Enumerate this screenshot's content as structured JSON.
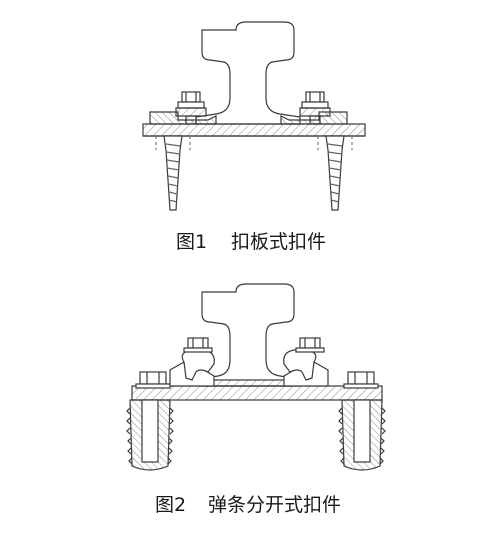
{
  "figure1": {
    "number": "图1",
    "title": "扣板式扣件"
  },
  "figure2": {
    "number": "图2",
    "title": "弹条分开式扣件"
  },
  "colors": {
    "line": "#3a3a3a",
    "hatch": "#7a7a7a",
    "fill": "#ffffff"
  }
}
